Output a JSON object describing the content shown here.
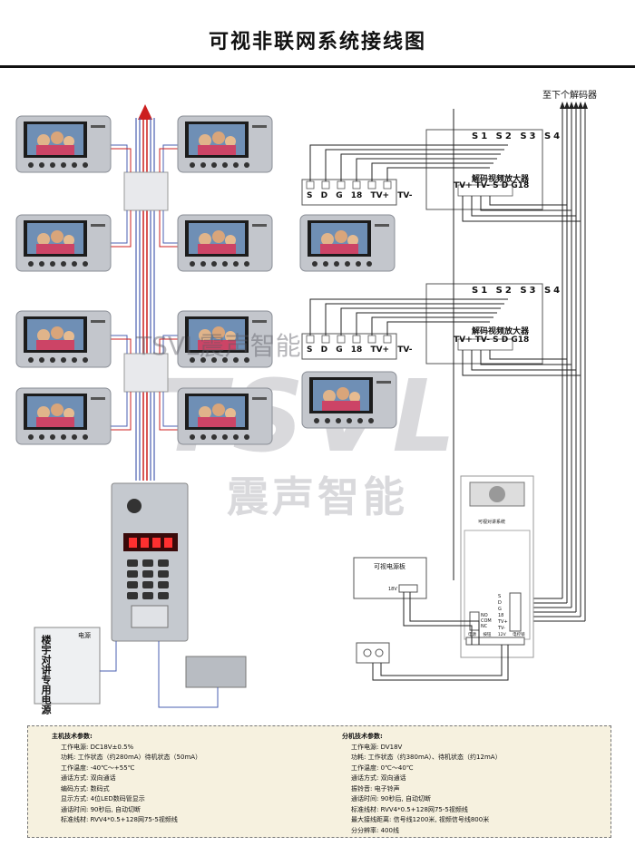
{
  "title": "可视非联网系统接线图",
  "top_right_label": "至下个解码器",
  "decoders": [
    {
      "switch_labels": [
        "S1",
        "S2",
        "S3",
        "S4"
      ],
      "name": "解码视频放大器",
      "terminals": [
        "TV+",
        "TV-",
        "S",
        "D",
        "G",
        "18"
      ]
    },
    {
      "switch_labels": [
        "S1",
        "S2",
        "S3",
        "S4"
      ],
      "name": "解码视频放大器",
      "terminals": [
        "TV+",
        "TV-",
        "S",
        "D",
        "G",
        "18"
      ]
    }
  ],
  "monitor_terminals": [
    "S",
    "D",
    "G",
    "18",
    "TV+",
    "TV-"
  ],
  "watermark": {
    "top": "TSVL震声智能",
    "big": "TSVL",
    "cn": "震声智能"
  },
  "power_box_text": "楼宇对讲专用电源",
  "power_box_small": "电源",
  "power_board_label": "可视电源板",
  "system_label": "可视对讲系统",
  "right_panel_terminals": [
    "S",
    "D",
    "G",
    "18",
    "TV+",
    "TV-"
  ],
  "right_panel_left_terminals": [
    "NO",
    "COM",
    "NC"
  ],
  "right_panel_bottom": [
    "电源",
    "按钮",
    "12V",
    "电控锁"
  ],
  "power_board_port": "18V",
  "host_specs": {
    "header": "主机技术参数:",
    "items": [
      "工作电源: DC18V±0.5%",
      "功耗: 工作状态（约280mA）待机状态（50mA）",
      "工作温度: -40℃～+55℃",
      "通话方式: 双向通话",
      "编码方式: 数码式",
      "显示方式: 4位LED数码管显示",
      "通话时间: 90秒后, 自动切断",
      "标准线材: RVV4*0.5+128网75-5视频线"
    ]
  },
  "sub_specs": {
    "header": "分机技术参数:",
    "items": [
      "工作电源: DV18V",
      "功耗: 工作状态（约380mA）、待机状态（约12mA）",
      "工作温度: 0℃～40℃",
      "通话方式: 双向通话",
      "振铃音: 电子铃声",
      "通话时间: 90秒后, 自动切断",
      "标准线材: RVV4*0.5+128网75-5视频线",
      "最大接线距离: 信号线1200米, 视频信号线800米",
      "分分辨率: 400线"
    ]
  },
  "colors": {
    "red_line": "#cc1f1f",
    "blue_line": "#4a5fb0",
    "frame": "#b8bcc4",
    "screen": "#1a1a1a",
    "panel": "#c8ccd2",
    "spec_bg": "#f6f1df"
  }
}
